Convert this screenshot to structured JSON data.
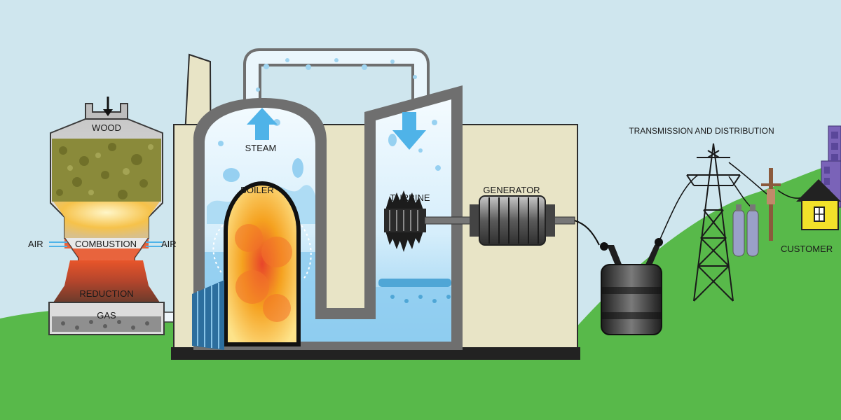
{
  "labels": {
    "wood": "WOOD",
    "air_left": "AIR",
    "combustion": "COMBUSTION",
    "air_right": "AIR",
    "reduction": "REDUCTION",
    "gas": "GAS",
    "steam": "STEAM",
    "boiler": "BOILER",
    "turbine": "TURBINE",
    "generator": "GENERATOR",
    "transmission": "TRANSMISSION AND DISTRIBUTION",
    "customer": "CUSTOMER"
  },
  "colors": {
    "sky": "#cfe6ee",
    "ground": "#58b94a",
    "building": "#e8e4c6",
    "vessel_outline": "#6f6f6f",
    "water": "#8ecdf0",
    "steam_arrow": "#4fb3e8",
    "fire": "#f5a11f",
    "house": "#f2e12a",
    "tower_purple": "#7a63b8"
  }
}
